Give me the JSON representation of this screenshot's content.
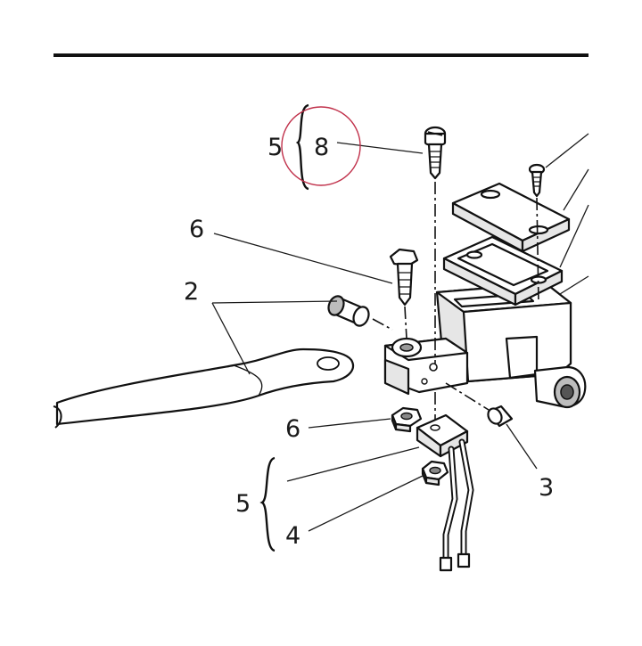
{
  "callouts": {
    "group_top_qty": "5",
    "top_screw": "8",
    "screw_upper": "6",
    "lever": "2",
    "screw_lower": "6",
    "pin": "3",
    "group_bottom_qty": "5",
    "nut": "4"
  },
  "highlight_color": "#c0304a"
}
